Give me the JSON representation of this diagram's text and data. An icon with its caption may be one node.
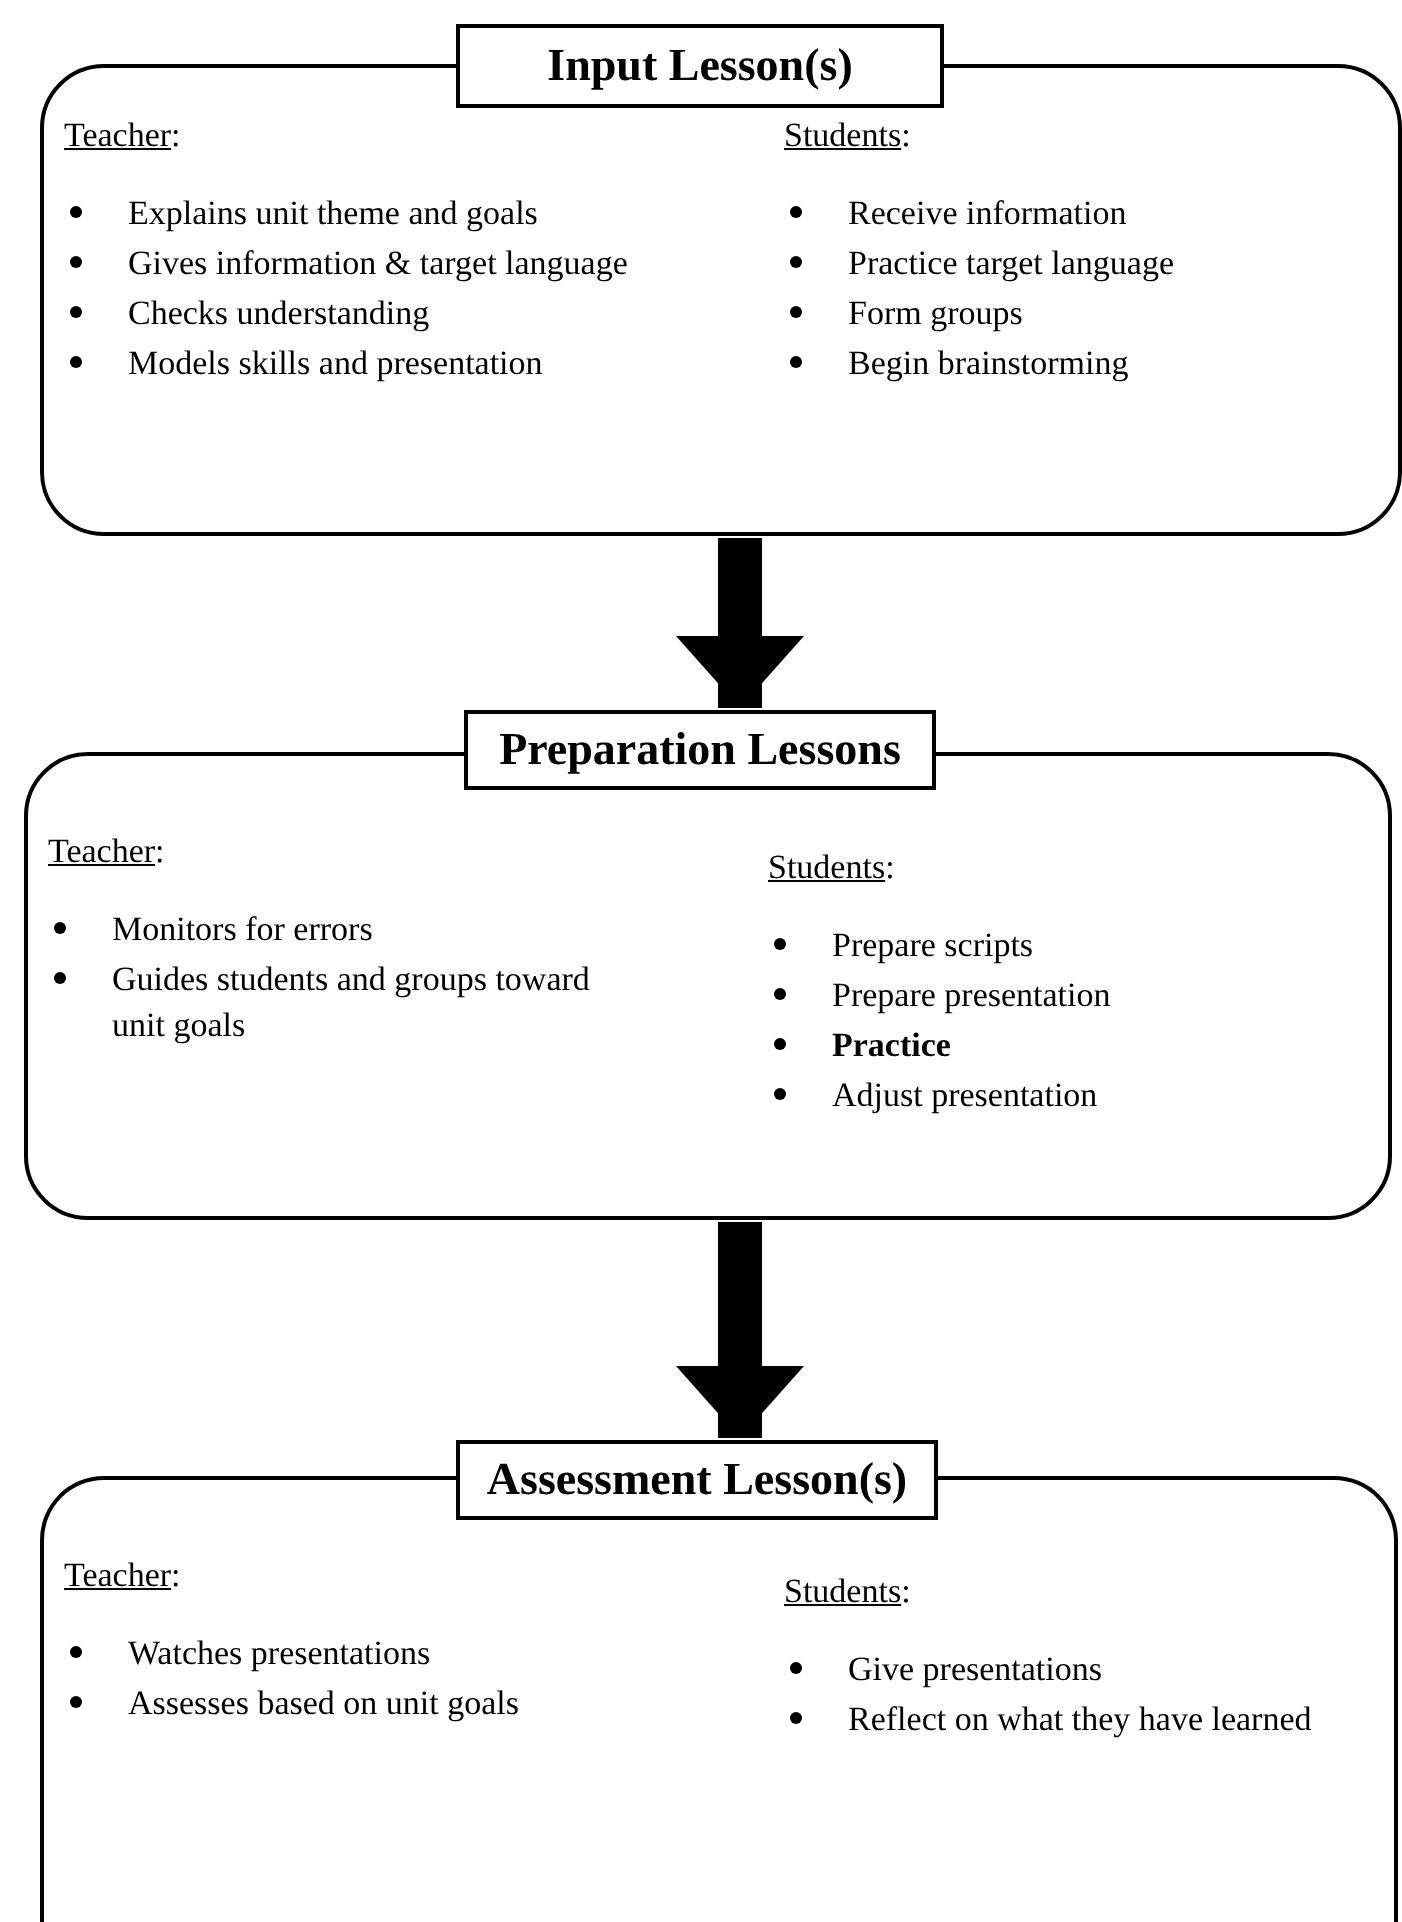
{
  "diagram": {
    "nodes": [
      {
        "text": [
          "Input Lesson(s)"
        ]
      },
      {
        "text": [
          "Teacher:",
          "Explains unit theme and goals",
          "Gives information & target language",
          "Checks understanding",
          "Models skills and presentation",
          "Students:",
          "Receive information",
          "Practice target language",
          "Form groups",
          "Begin brainstorming"
        ]
      },
      {
        "text": [
          "Preparation Lessons"
        ]
      },
      {
        "text": [
          "Teacher:",
          "Monitors for errors",
          "Guides students and groups toward unit goals",
          "Students:",
          "Prepare scripts",
          "Prepare presentation",
          "**Practice**",
          "Adjust presentation"
        ]
      },
      {
        "text": [
          "Assessment Lesson(s)"
        ]
      },
      {
        "text": [
          "Teacher:",
          "Watches presentations",
          "Assesses based on unit goals",
          "Students:",
          "Give presentations",
          "Reflect on what they have learned"
        ]
      }
    ],
    "edges": [
      {
        "from": 1,
        "to": 2,
        "arrow": "to"
      },
      {
        "from": 3,
        "to": 4,
        "arrow": "to"
      }
    ]
  }
}
